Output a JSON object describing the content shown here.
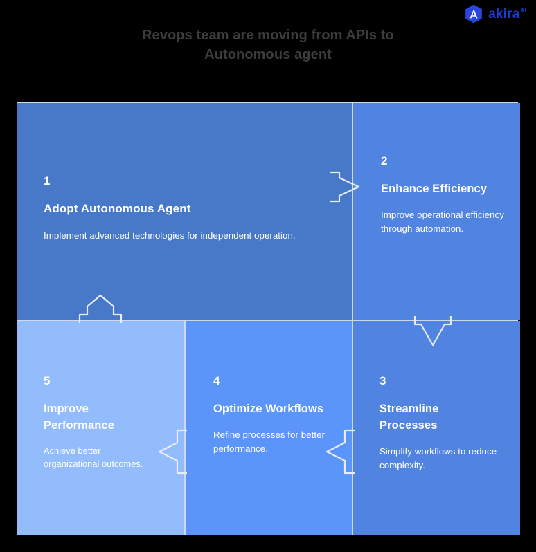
{
  "brand": {
    "name": "akira",
    "superscript": "AI",
    "logo_icon": "akira-hexagon-a-logo",
    "color": "#1f3bd6"
  },
  "header": {
    "title": "Revops team are moving from APIs to Autonomous agent",
    "title_color": "#3c3c3c"
  },
  "diagram": {
    "type": "step-flow-quadrant",
    "steps": [
      {
        "number": "1",
        "title": "Adopt Autonomous Agent",
        "description": "Implement advanced technologies for independent operation.",
        "color": "#4878c8"
      },
      {
        "number": "2",
        "title": "Enhance Efficiency",
        "description": "Improve operational efficiency through automation.",
        "color": "#5183e0"
      },
      {
        "number": "3",
        "title": "Streamline Processes",
        "description": "Simplify workflows to reduce complexity.",
        "color": "#5183e0"
      },
      {
        "number": "4",
        "title": "Optimize Workflows",
        "description": "Refine processes for better performance.",
        "color": "#5c95fa"
      },
      {
        "number": "5",
        "title": "Improve Performance",
        "description": "Achieve better organizational outcomes.",
        "color": "#93bcfc"
      }
    ],
    "connectors": [
      {
        "name": "arrow-right-step1-to-step2",
        "direction": "right"
      },
      {
        "name": "arrow-down-step2-to-step3",
        "direction": "down"
      },
      {
        "name": "arrow-left-step3-to-step4",
        "direction": "left"
      },
      {
        "name": "arrow-left-step4-to-step5",
        "direction": "left"
      },
      {
        "name": "arrow-up-step5-to-step1",
        "direction": "up"
      }
    ],
    "background": "#000000",
    "divider_color": "#cfd8e8"
  }
}
